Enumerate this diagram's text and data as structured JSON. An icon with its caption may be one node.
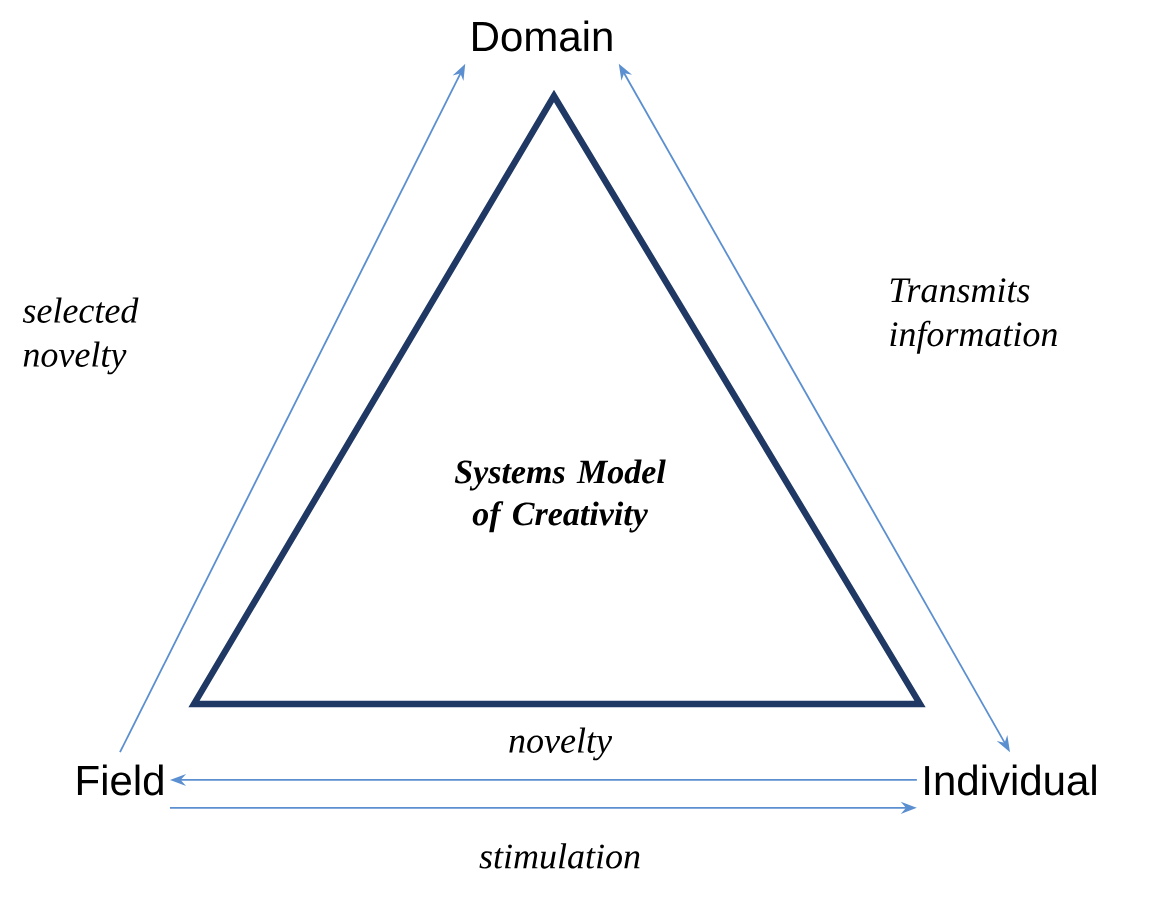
{
  "diagram": {
    "nodes": [
      {
        "text": [
          "Systems Model of Creativity"
        ]
      },
      {
        "text": [
          "Domain"
        ]
      },
      {
        "text": [
          "Field"
        ]
      },
      {
        "text": [
          "Individual"
        ]
      }
    ],
    "edges": [
      {
        "from": 2,
        "to": 1,
        "arrow": "to",
        "label": "selected novelty"
      },
      {
        "from": 1,
        "to": 3,
        "arrow": "both",
        "label": "Transmits information"
      },
      {
        "from": 3,
        "to": 2,
        "arrow": "to",
        "label": "novelty"
      },
      {
        "from": 2,
        "to": 3,
        "arrow": "to",
        "label": "stimulation"
      }
    ]
  }
}
